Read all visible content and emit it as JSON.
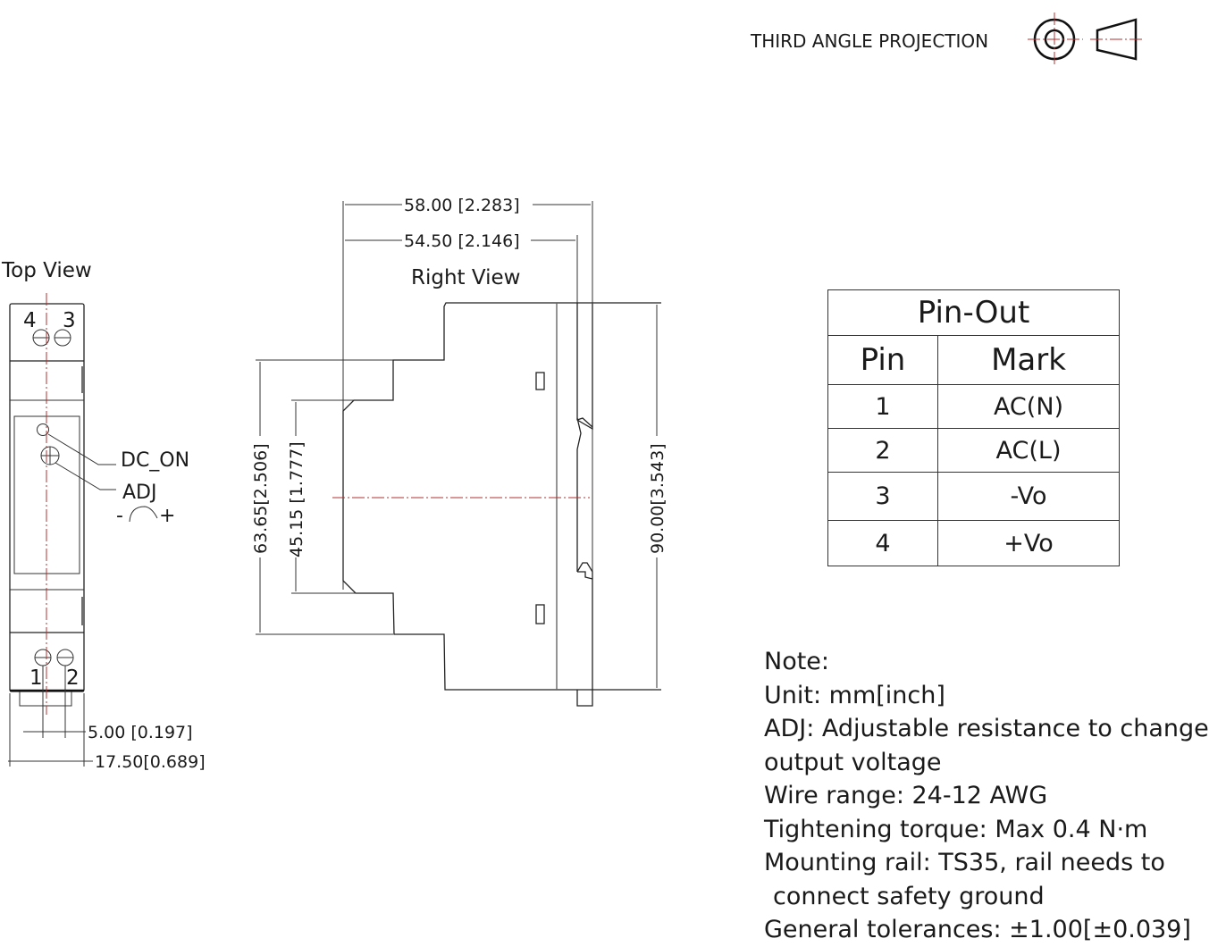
{
  "header": {
    "projection_label": "THIRD ANGLE PROJECTION",
    "projection_icons": [
      "concentric-circles-icon",
      "truncated-cone-icon"
    ]
  },
  "top_view": {
    "title": "Top View",
    "terminal_labels_top": [
      "4",
      "3"
    ],
    "terminal_labels_bottom": [
      "1",
      "2"
    ],
    "callouts": {
      "dc_on": "DC_ON",
      "adj": "ADJ",
      "adj_direction_minus": "-",
      "adj_direction_plus": "+"
    },
    "dimensions": {
      "pin_pitch": "5.00 [0.197]",
      "width": "17.50[0.689]"
    }
  },
  "right_view": {
    "title": "Right View",
    "dimensions": {
      "depth_total": "58.00 [2.283]",
      "depth_body": "54.50 [2.146]",
      "height_mid": "63.65[2.506]",
      "height_front": "45.15 [1.777]",
      "height_total": "90.00[3.543]"
    }
  },
  "pin_out": {
    "title": "Pin-Out",
    "headers": [
      "Pin",
      "Mark"
    ],
    "rows": [
      {
        "pin": "1",
        "mark": "AC(N)"
      },
      {
        "pin": "2",
        "mark": "AC(L)"
      },
      {
        "pin": "3",
        "mark": "-Vo"
      },
      {
        "pin": "4",
        "mark": "+Vo"
      }
    ]
  },
  "notes": [
    "Note:",
    "Unit: mm[inch]",
    "ADJ: Adjustable resistance to change",
    "output voltage",
    "Wire range: 24-12 AWG",
    "Tightening torque: Max 0.4 N·m",
    "Mounting rail: TS35, rail needs to",
    "connect safety ground",
    "General tolerances: ±1.00[±0.039]"
  ],
  "colors": {
    "line": "#222222",
    "centerline": "#b03030",
    "background": "#ffffff"
  }
}
